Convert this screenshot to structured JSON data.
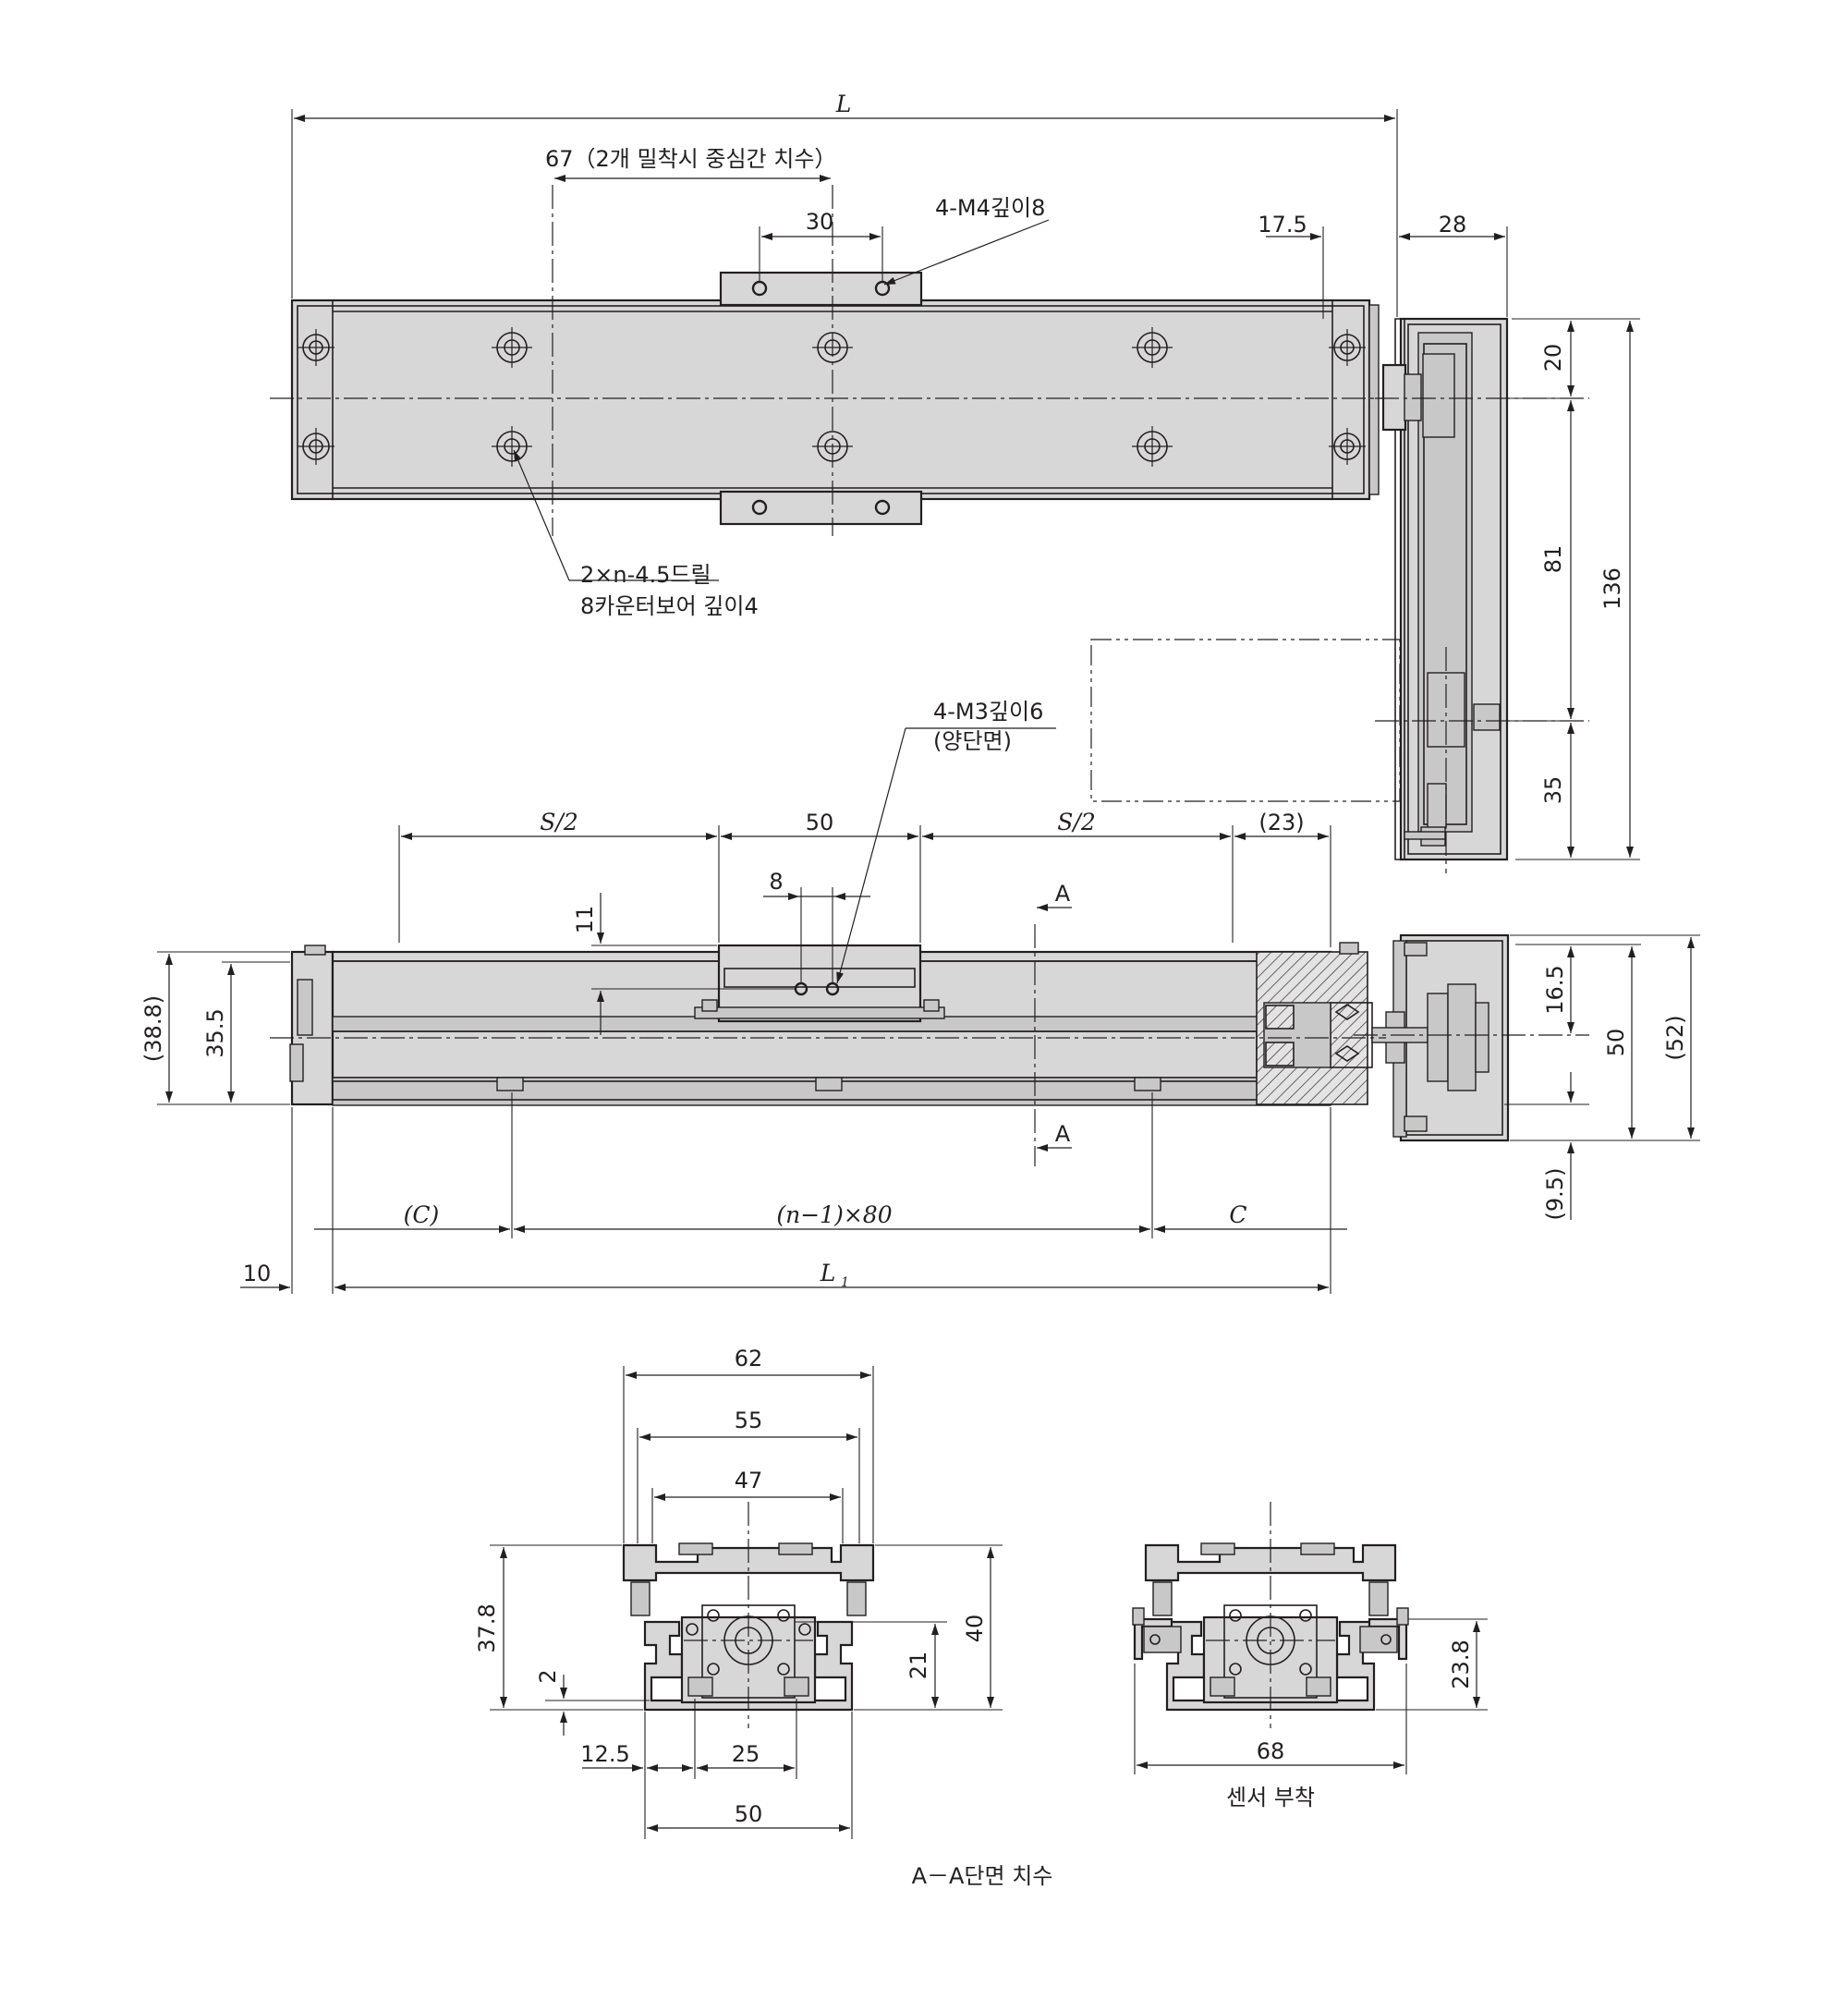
{
  "top_view": {
    "overall_length": "L",
    "center_distance_note": "67（2개 밀착시 중심간 치수）",
    "slider_hole_pitch": "30",
    "slider_tap_holes": "4-M4깊이8",
    "counterbore_line1": "2×n-4.5드릴",
    "counterbore_line2": "8카운터보어 깊이4",
    "motor_offset": "17.5",
    "motor_width": "28",
    "pulley_dim_top": "20",
    "pulley_center_distance": "81",
    "pulley_dim_bottom": "35",
    "motor_total_length": "136"
  },
  "side_view": {
    "tap_holes_note": "4-M3깊이6",
    "tap_holes_side": "(양단면)",
    "half_stroke_left": "S/2",
    "slider_length": "50",
    "half_stroke_right": "S/2",
    "end_allowance": "(23)",
    "hole_pitch_small": "8",
    "hole_height": "11",
    "section_mark_top": "A",
    "section_mark_bottom": "A",
    "overall_height_ref": "(38.8)",
    "body_height": "35.5",
    "shaft_height": "16.5",
    "motor_height": "50",
    "motor_height_ref": "(52)",
    "motor_below": "(9.5)",
    "left_margin": "(C)",
    "hole_pitch_series": "(n−1)×80",
    "right_margin": "C",
    "end_plate": "10",
    "body_length": "L",
    "body_length_sub": "1"
  },
  "section_view": {
    "width_62": "62",
    "width_55": "55",
    "width_47": "47",
    "height_37_8": "37.8",
    "height_2": "2",
    "height_21": "21",
    "height_40": "40",
    "offset_12_5": "12.5",
    "pitch_25": "25",
    "width_50": "50",
    "sensor_width": "68",
    "sensor_height": "23.8",
    "sensor_caption": "센서 부착",
    "section_title": "A－A단면 치수"
  },
  "colors": {
    "line": "#231f20",
    "fill_gray": "#d8d7d7",
    "background": "#ffffff"
  }
}
